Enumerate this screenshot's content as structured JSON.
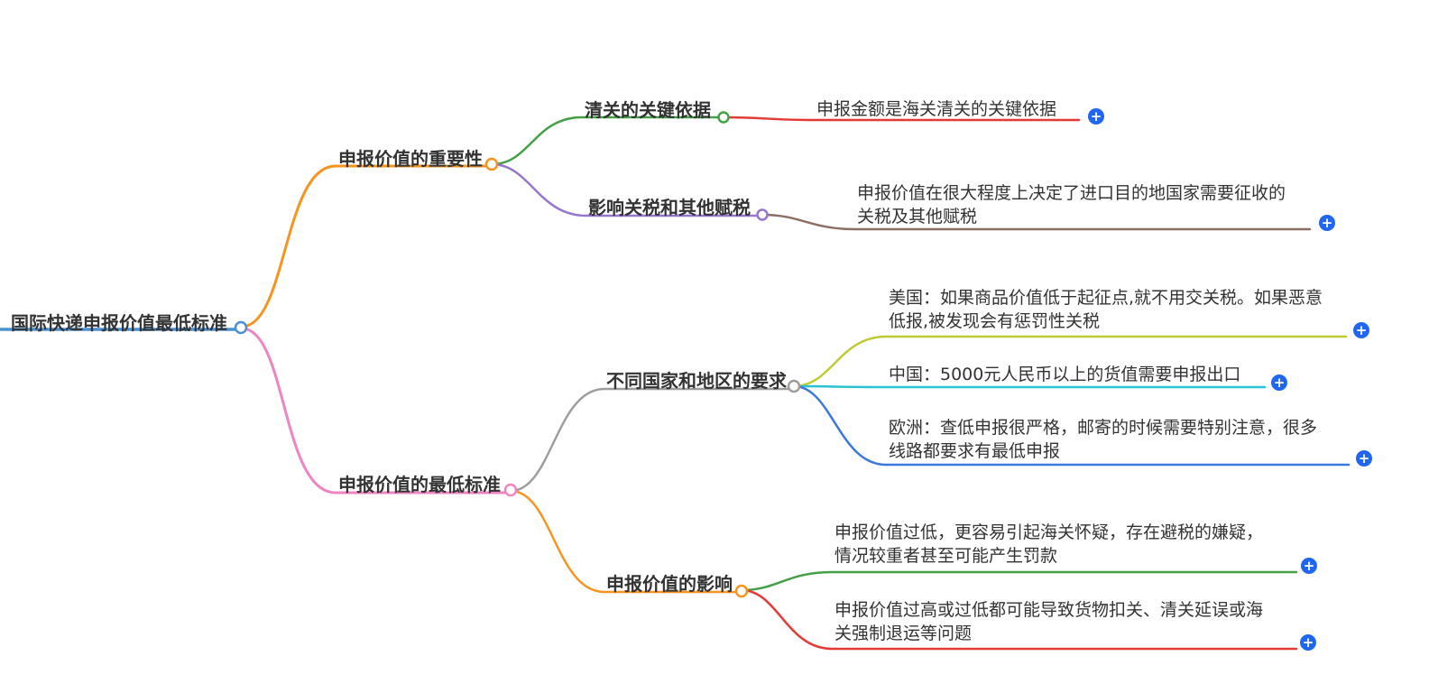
{
  "root": {
    "label": "国际快递申报价值最低标准"
  },
  "branches": [
    {
      "label": "申报价值的重要性",
      "children": [
        {
          "label": "清关的关键依据",
          "leaves": [
            "申报金额是海关清关的关键依据"
          ]
        },
        {
          "label": "影响关税和其他赋税",
          "leaves": [
            "申报价值在很大程度上决定了进口目的地国家需要征收的关税及其他赋税"
          ]
        }
      ]
    },
    {
      "label": "申报价值的最低标准",
      "children": [
        {
          "label": "不同国家和地区的要求",
          "leaves": [
            "美国：如果商品价值低于起征点,就不用交关税。如果恶意低报,被发现会有惩罚性关税",
            "中国：5000元人民币以上的货值需要申报出口",
            "欧洲：查低申报很严格，邮寄的时候需要特别注意，很多线路都要求有最低申报"
          ]
        },
        {
          "label": "申报价值的影响",
          "leaves": [
            "申报价值过低，更容易引起海关怀疑，存在避税的嫌疑，情况较重者甚至可能产生罚款",
            "申报价值过高或过低都可能导致货物扣关、清关延误或海关强制退运等问题"
          ]
        }
      ]
    }
  ],
  "controls": {
    "plus_label": "+"
  },
  "colors": {
    "root_blue": "#4a90d2",
    "orange": "#f7941e",
    "green": "#43a047",
    "red": "#e53935",
    "purple": "#9575cd",
    "brown": "#8d6e63",
    "pink": "#ee85c3",
    "gray": "#9e9e9e",
    "yellow_green": "#c0ca33",
    "cyan": "#2bc3d4",
    "europe_blue": "#3b78de",
    "plus_blue": "#2166f2",
    "text": "#333333",
    "background": "#ffffff"
  }
}
